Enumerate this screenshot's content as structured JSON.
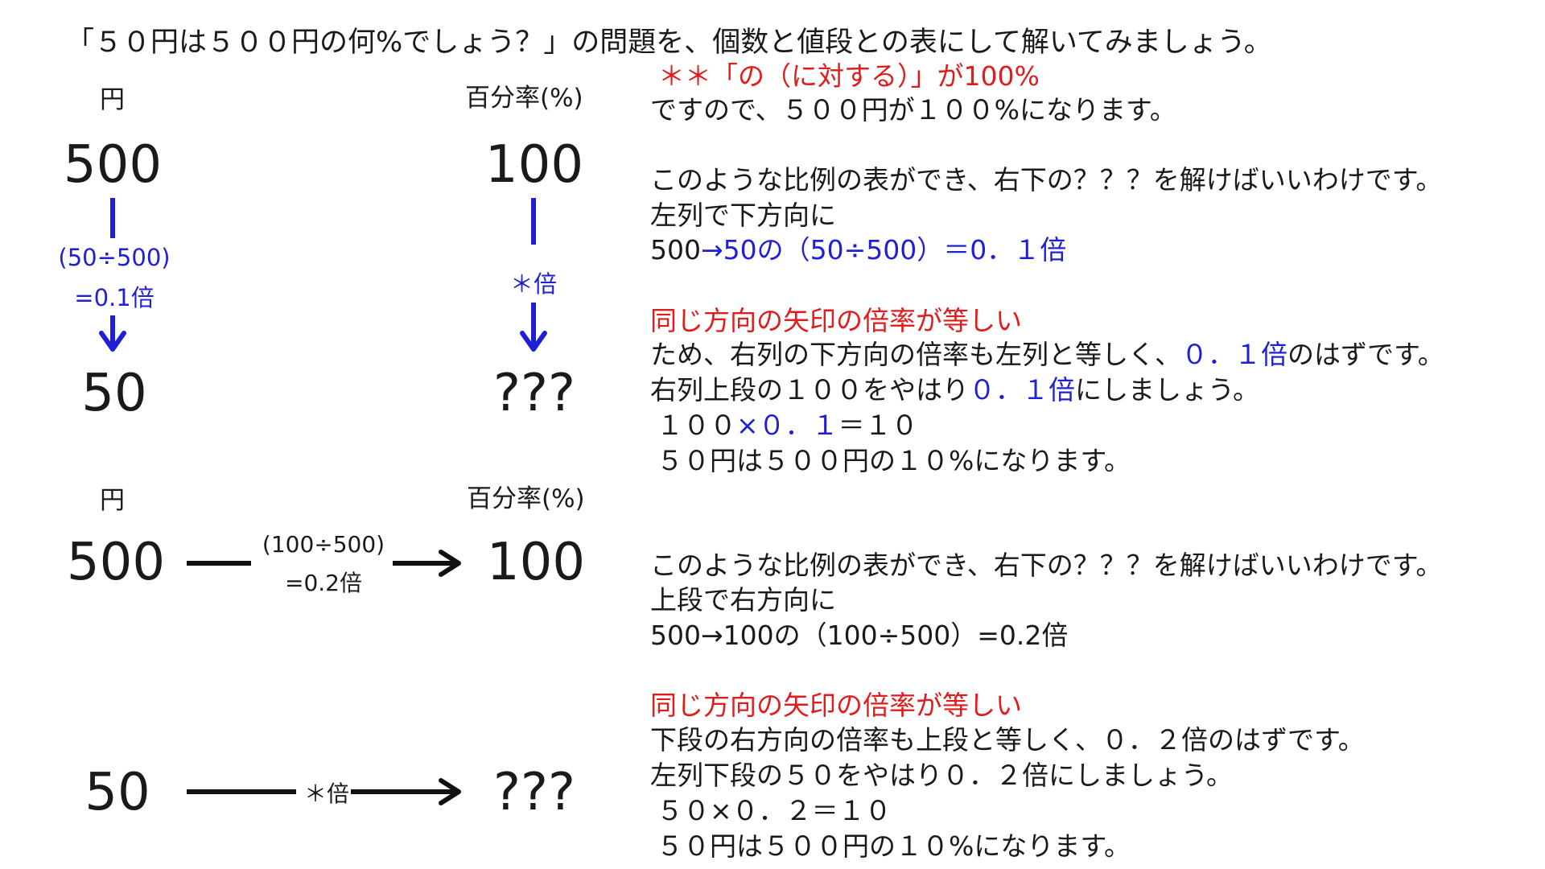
{
  "title": "「５０円は５００円の何%でしょう？」の問題を、個数と値段との表にして解いてみましょう。",
  "colors": {
    "text": "#1a1a1a",
    "blue": "#1f1fd6",
    "red": "#e01c1c"
  },
  "table1": {
    "col_left": "円",
    "col_right": "百分率(%)",
    "top_left": "500",
    "top_right": "100",
    "bottom_left": "50",
    "bottom_right": "???",
    "left_arrow_line1": "(50÷500)",
    "left_arrow_line2": "=0.1倍",
    "right_arrow_label": "＊倍"
  },
  "table2": {
    "col_left": "円",
    "col_right": "百分率(%)",
    "top_left": "500",
    "top_right": "100",
    "bottom_left": "50",
    "bottom_right": "???",
    "top_arrow_line1": "(100÷500)",
    "top_arrow_line2": "=0.2倍",
    "bottom_arrow_label": "＊倍"
  },
  "explain1": {
    "heading": "＊＊「の（に対する）」が100%",
    "l1": "ですので、５００円が１００%になります。",
    "l2": "このような比例の表ができ、右下の？？？を解けばいいわけです。",
    "l3": "左列で下方向に",
    "l4a": "500",
    "l4b": "→50の（50÷500）＝0．１倍",
    "red": "同じ方向の矢印の倍率が等しい",
    "l5a": "ため、右列の下方向の倍率も左列と等しく、",
    "l5b": "０．１倍",
    "l5c": "のはずです。",
    "l6a": "右列上段の１００をやはり",
    "l6b": "０．１倍",
    "l6c": "にしましょう。",
    "l7a": "１００",
    "l7b": "×０．１",
    "l7c": "＝１０",
    "l8": "５０円は５００円の１０%になります。"
  },
  "explain2": {
    "l1": "このような比例の表ができ、右下の？？？を解けばいいわけです。",
    "l2": "上段で右方向に",
    "l3": "500→100の（100÷500）=0.2倍",
    "red": "同じ方向の矢印の倍率が等しい",
    "l4": "下段の右方向の倍率も上段と等しく、０．２倍のはずです。",
    "l5": "左列下段の５０をやはり０．２倍にしましょう。",
    "l6": "５０×０．２＝１０",
    "l7": "５０円は５００円の１０%になります。"
  }
}
